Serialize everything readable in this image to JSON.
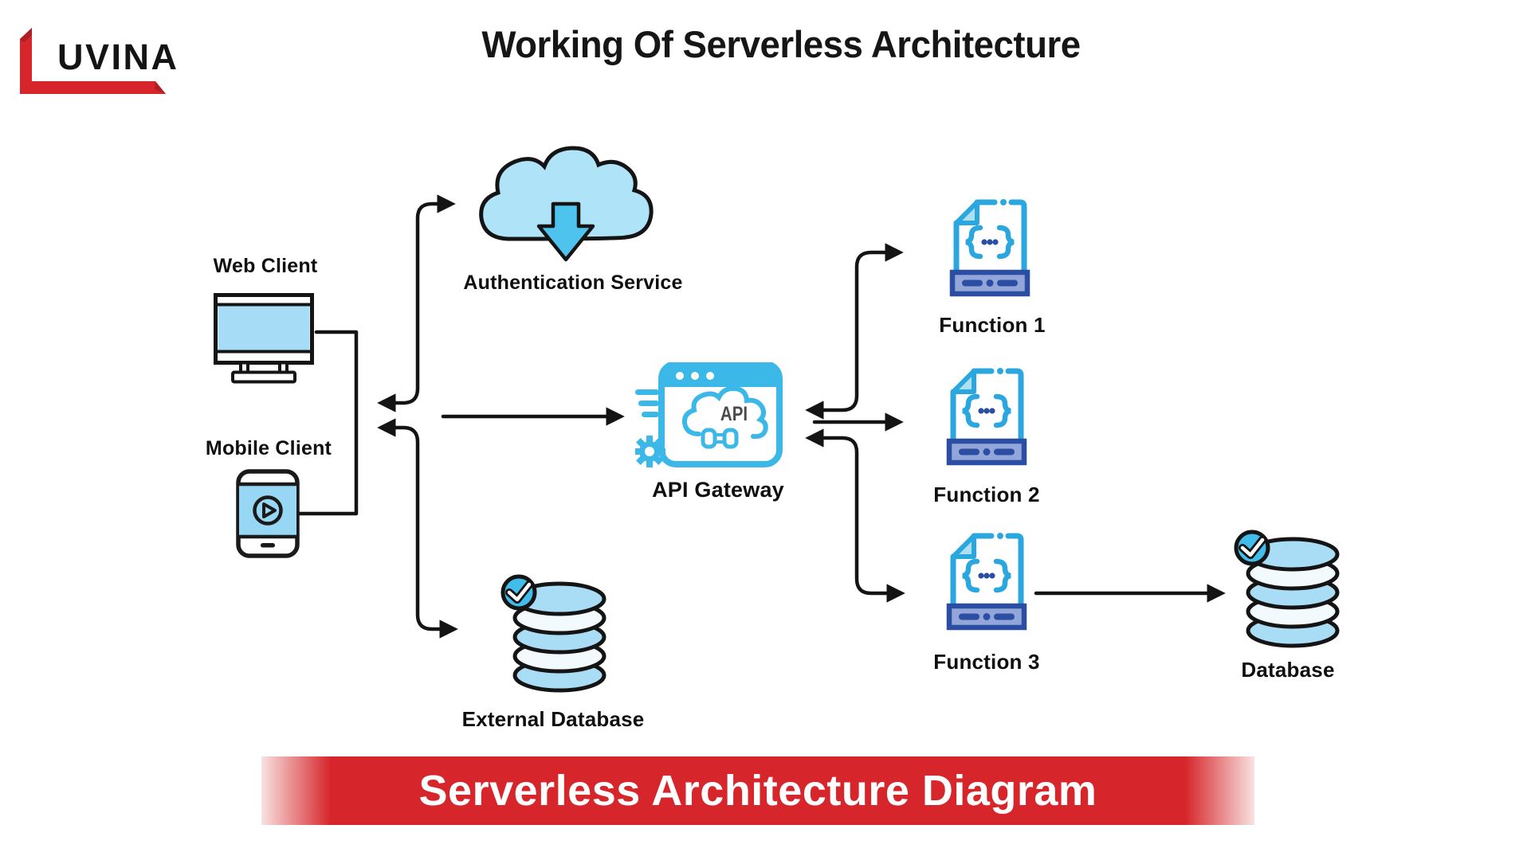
{
  "brand": {
    "logo_text": "UVINA"
  },
  "title": "Working Of Serverless Architecture",
  "banner": {
    "label": "Serverless Architecture Diagram",
    "bg_color": "#d6252b",
    "text_color": "#ffffff"
  },
  "nodes": {
    "web_client": {
      "label": "Web Client",
      "icon": "desktop-monitor-icon"
    },
    "mobile_client": {
      "label": "Mobile Client",
      "icon": "smartphone-play-icon"
    },
    "auth_service": {
      "label": "Authentication Service",
      "icon": "cloud-download-icon"
    },
    "api_gateway": {
      "label": "API Gateway",
      "badge": "API",
      "icon": "browser-api-cloud-gear-icon"
    },
    "functions": [
      {
        "label": "Function 1",
        "icon": "code-file-icon"
      },
      {
        "label": "Function 2",
        "icon": "code-file-icon"
      },
      {
        "label": "Function 3",
        "icon": "code-file-icon"
      }
    ],
    "external_database": {
      "label": "External Database",
      "icon": "database-check-icon"
    },
    "database": {
      "label": "Database",
      "icon": "database-check-icon"
    }
  },
  "edges": [
    {
      "from": "Clients",
      "to": "Authentication Service",
      "arrows": "both"
    },
    {
      "from": "Clients",
      "to": "API Gateway",
      "arrows": "forward"
    },
    {
      "from": "Clients",
      "to": "External Database",
      "arrows": "both"
    },
    {
      "from": "API Gateway",
      "to": "Function 1",
      "arrows": "both"
    },
    {
      "from": "API Gateway",
      "to": "Function 2",
      "arrows": "forward"
    },
    {
      "from": "API Gateway",
      "to": "Function 3",
      "arrows": "both"
    },
    {
      "from": "Function 3",
      "to": "Database",
      "arrows": "forward"
    }
  ],
  "colors": {
    "accent_blue": "#2BA7E0",
    "light_blue": "#A9DCF5",
    "dark_blue": "#2B4EA2",
    "brand_red": "#D6252B",
    "line_black": "#141414"
  }
}
